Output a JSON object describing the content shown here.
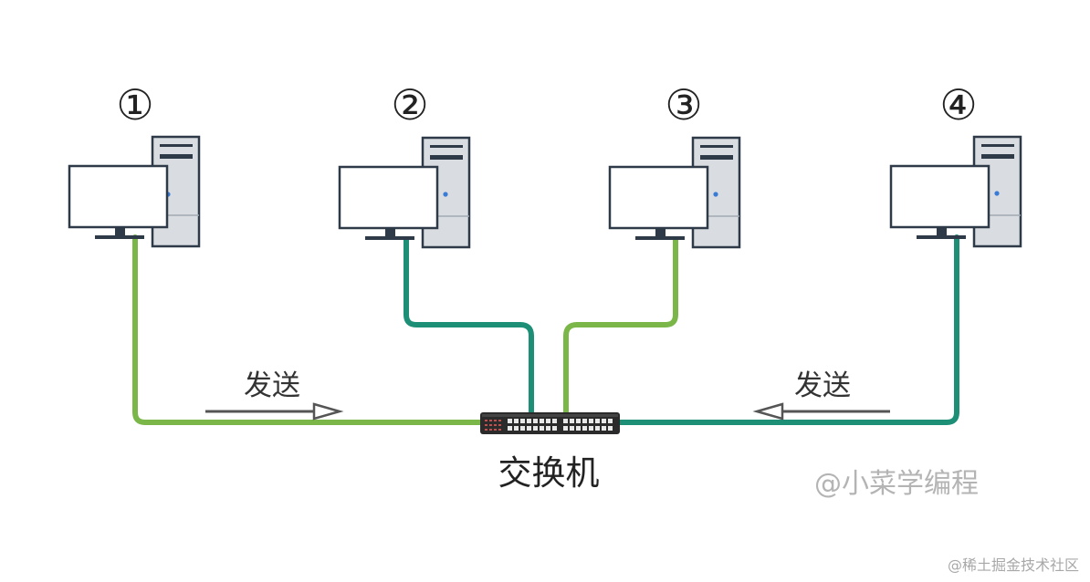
{
  "computers": [
    {
      "label": "①"
    },
    {
      "label": "②"
    },
    {
      "label": "③"
    },
    {
      "label": "④"
    }
  ],
  "switch": {
    "label": "交换机"
  },
  "arrows": {
    "left_label": "发送",
    "right_label": "发送"
  },
  "watermarks": {
    "author": "@小菜学编程",
    "site": "@稀土掘金技术社区"
  },
  "colors": {
    "cable_green": "#7ab648",
    "cable_teal": "#1d8f76",
    "outline": "#2e3a48",
    "tower_fill": "#d9dde1",
    "switch_body": "#2b2b2b",
    "arrow": "#555555"
  }
}
